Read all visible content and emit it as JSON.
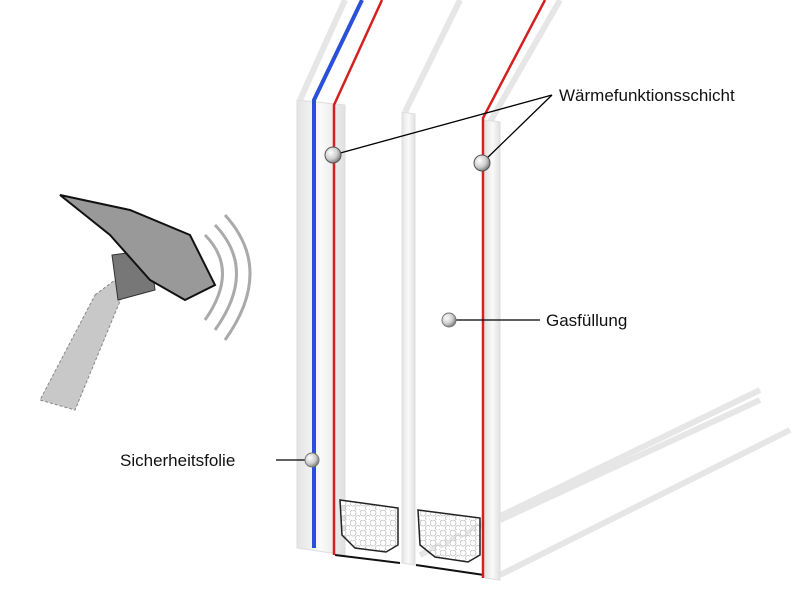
{
  "labels": {
    "coating": "Wärmefunktionsschicht",
    "gas": "Gasfüllung",
    "foil": "Sicherheitsfolie"
  },
  "colors": {
    "foil_line": "#2a4fd8",
    "coating_line": "#d42020",
    "leader": "#000000"
  }
}
